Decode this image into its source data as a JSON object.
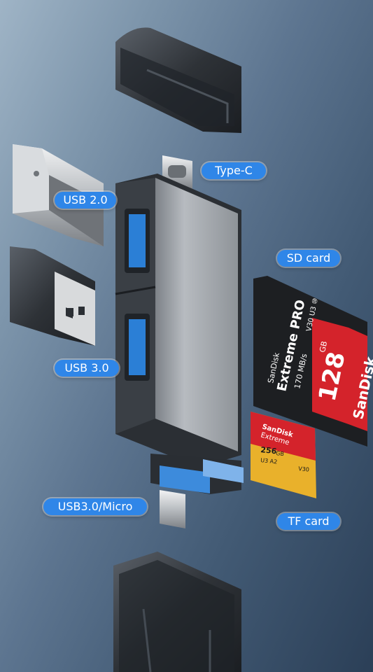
{
  "labels": {
    "type_c": "Type-C",
    "usb2": "USB 2.0",
    "sd_card": "SD card",
    "usb3": "USB 3.0",
    "usb3_micro": "USB3.0/Micro",
    "tf_card": "TF card"
  },
  "sd_card_print": {
    "brand": "SanDisk",
    "line": "Extreme PRO",
    "capacity": "128",
    "unit": "GB",
    "speed": "170 MB/s",
    "marks": "V30 U3 ⑩"
  },
  "tf_card_print": {
    "brand": "SanDisk",
    "line": "Extreme",
    "capacity": "256",
    "unit": "GB",
    "marks": "U3 A2",
    "v": "V30"
  },
  "colors": {
    "label_bg": "#2f86e8",
    "hub_body": "#a9adb2",
    "port_blue": "#2b7fd6",
    "sd_red": "#d4232b",
    "tf_yellow": "#e9b12b"
  }
}
